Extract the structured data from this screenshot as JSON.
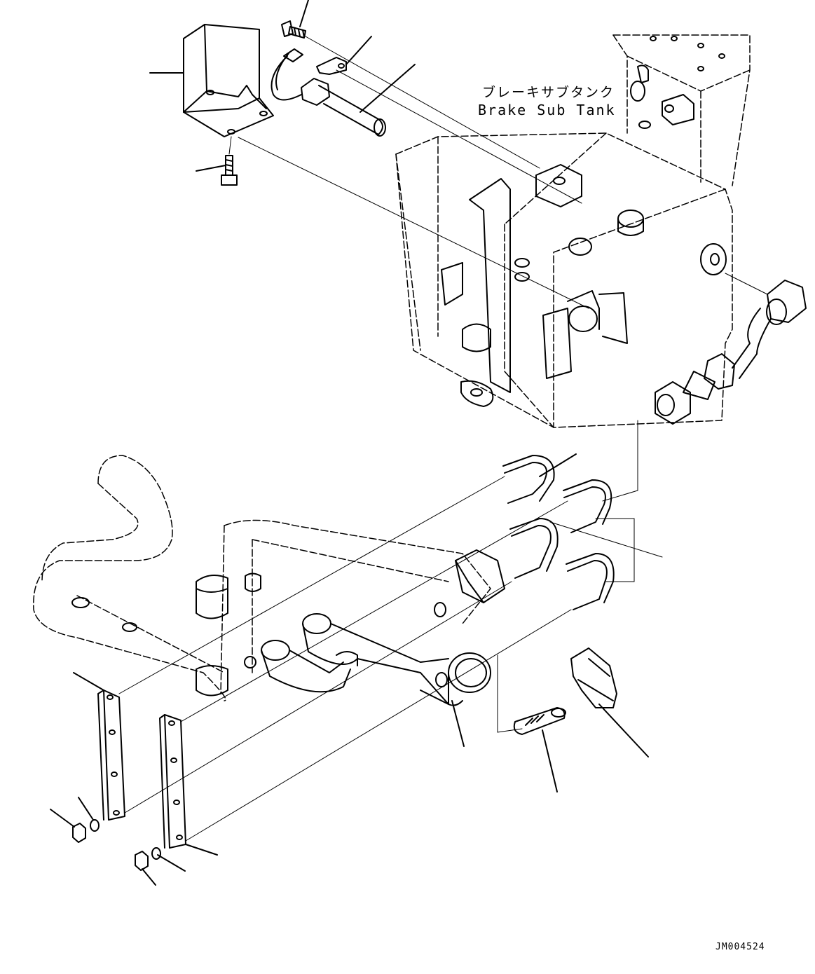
{
  "labels": {
    "title_jp": "ブレーキサブタンク",
    "title_en": "Brake Sub Tank",
    "drawing_code": "JM004524"
  },
  "colors": {
    "stroke": "#000000",
    "background": "#ffffff"
  }
}
